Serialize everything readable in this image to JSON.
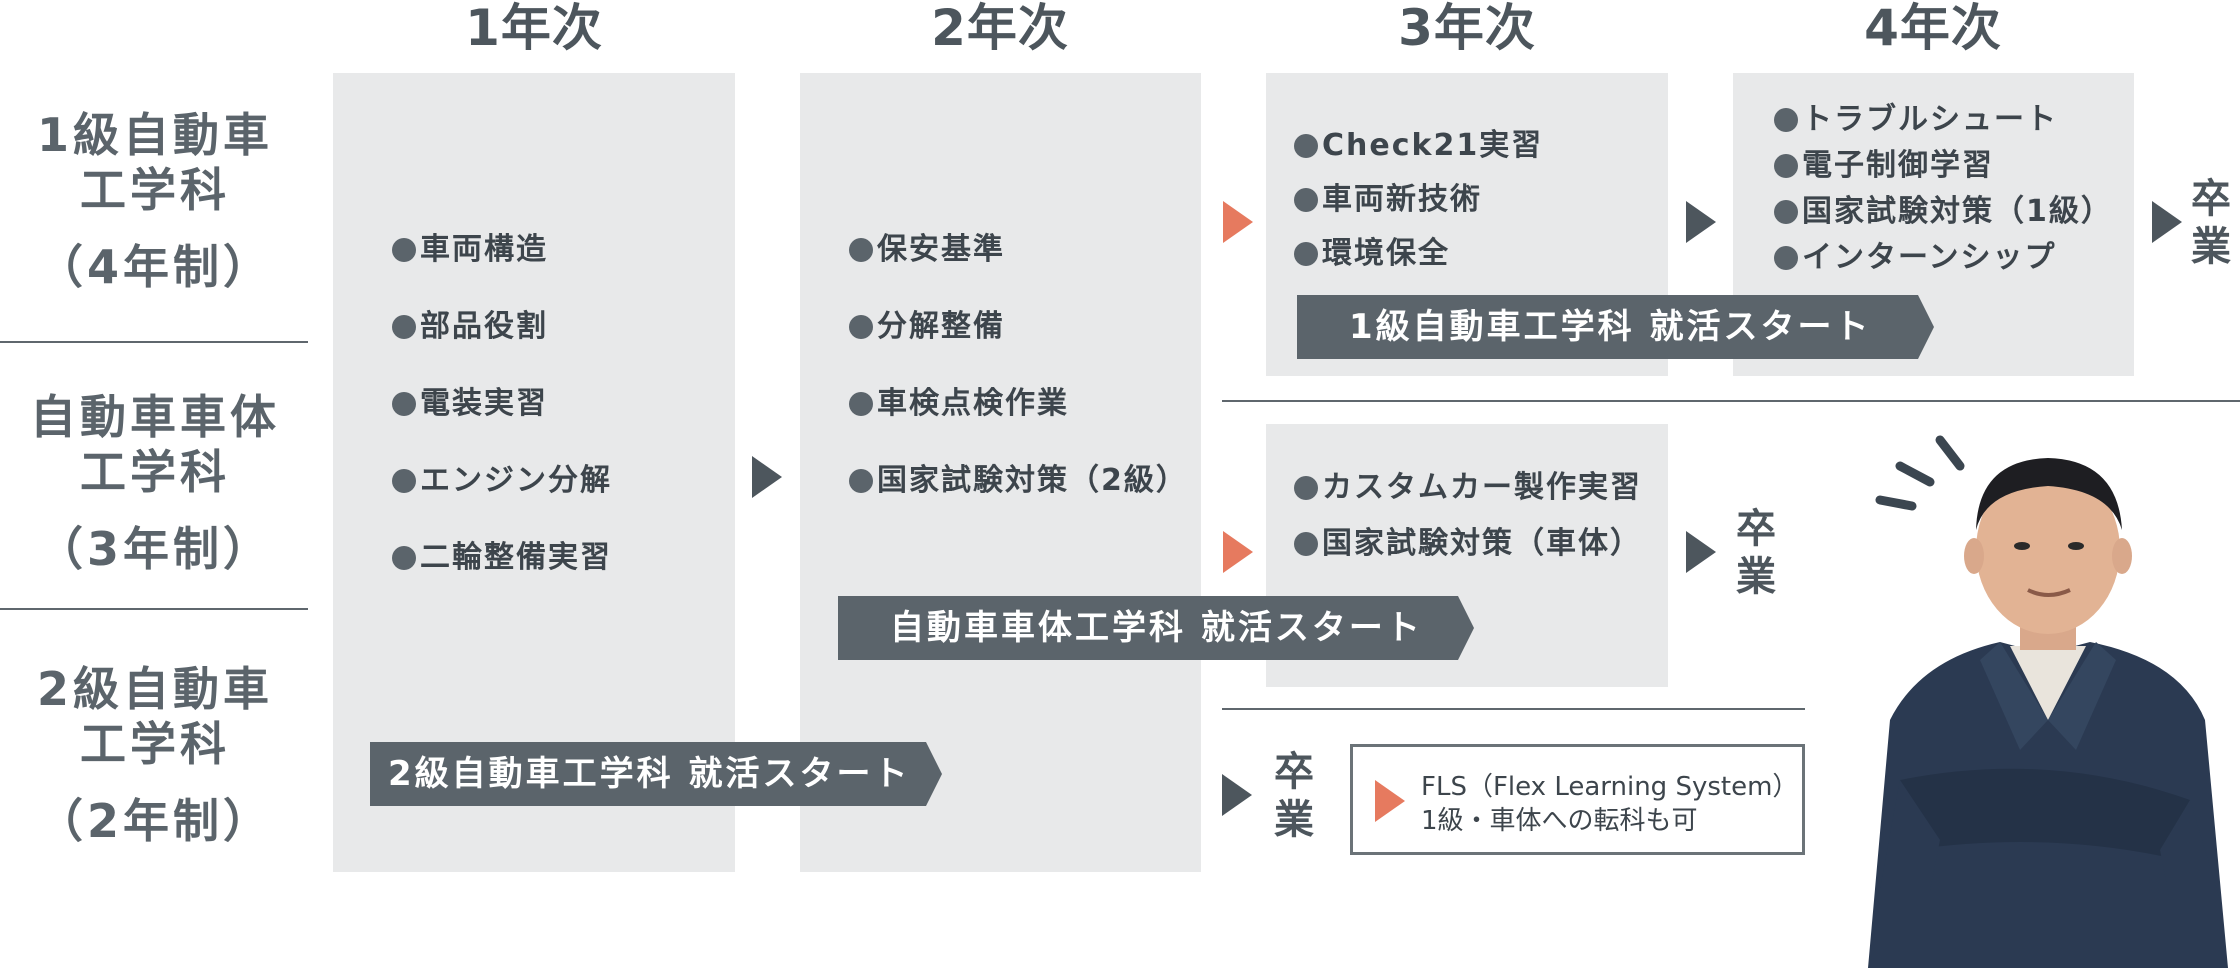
{
  "years": [
    "1年次",
    "2年次",
    "3年次",
    "4年次"
  ],
  "departments": [
    {
      "name_line1": "1級自動車",
      "name_line2": "工学科",
      "duration": "（4年制）"
    },
    {
      "name_line1": "自動車車体",
      "name_line2": "工学科",
      "duration": "（3年制）"
    },
    {
      "name_line1": "2級自動車",
      "name_line2": "工学科",
      "duration": "（2年制）"
    }
  ],
  "year1_items": [
    "車両構造",
    "部品役割",
    "電装実習",
    "エンジン分解",
    "二輪整備実習"
  ],
  "year2_items": [
    "保安基準",
    "分解整備",
    "車検点検作業",
    "国家試験対策（2級）"
  ],
  "year3_course1_items": [
    "Check21実習",
    "車両新技術",
    "環境保全"
  ],
  "year4_course1_items": [
    "トラブルシュート",
    "電子制御学習",
    "国家試験対策（1級）",
    "インターンシップ"
  ],
  "year3_course2_items": [
    "カスタムカー製作実習",
    "国家試験対策（車体）"
  ],
  "banners": {
    "course1": "1級自動車工学科 就活スタート",
    "course2": "自動車車体工学科 就活スタート",
    "course3": "2級自動車工学科 就活スタート"
  },
  "graduation": {
    "line1": "卒",
    "line2": "業"
  },
  "fls": {
    "line1": "FLS（Flex Learning System）",
    "line2": "1級・車体への転科も可"
  },
  "colors": {
    "text": "#4d565d",
    "column_bg": "#e8e9ea",
    "banner_bg": "#5b646b",
    "accent_orange": "#e67a5f"
  }
}
